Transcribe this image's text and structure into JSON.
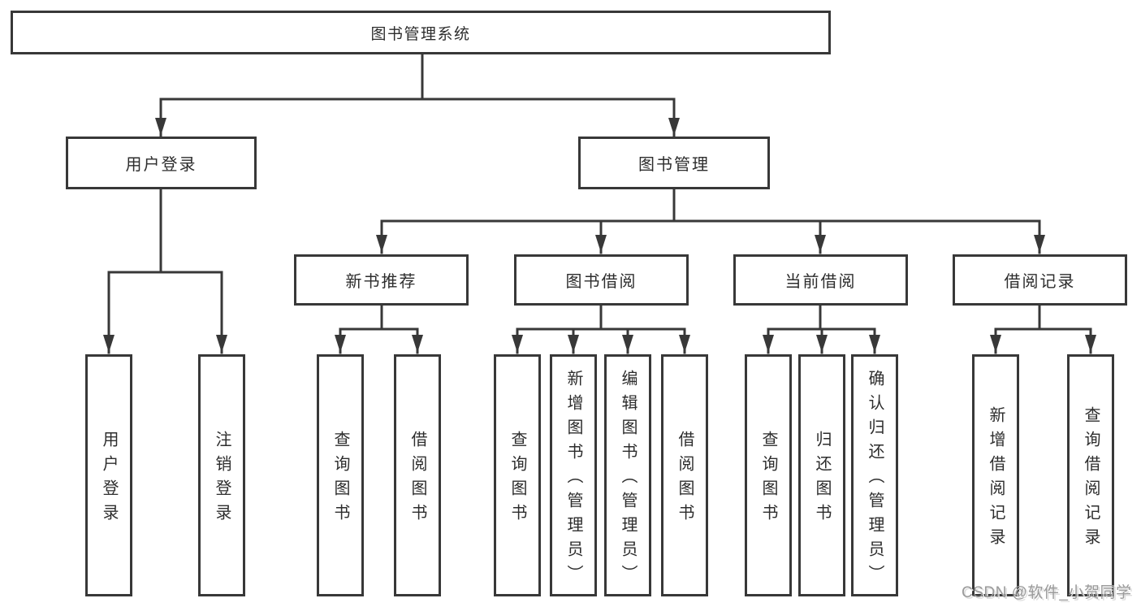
{
  "tree": {
    "root": {
      "label": "图书管理系统"
    },
    "user_login": {
      "label": "用户登录",
      "children": [
        {
          "label": "用户登录"
        },
        {
          "label": "注销登录"
        }
      ]
    },
    "book_mgmt": {
      "label": "图书管理"
    },
    "new_books": {
      "label": "新书推荐",
      "children": [
        {
          "label": "查询图书"
        },
        {
          "label": "借阅图书"
        }
      ]
    },
    "book_borrow": {
      "label": "图书借阅",
      "children": [
        {
          "label": "查询图书"
        },
        {
          "label": "新增图书（管理员）"
        },
        {
          "label": "编辑图书（管理员）"
        },
        {
          "label": "借阅图书"
        }
      ]
    },
    "current_borrow": {
      "label": "当前借阅",
      "children": [
        {
          "label": "查询图书"
        },
        {
          "label": "归还图书"
        },
        {
          "label": "确认归还（管理员）"
        }
      ]
    },
    "borrow_records": {
      "label": "借阅记录",
      "children": [
        {
          "label": "新增借阅记录"
        },
        {
          "label": "查询借阅记录"
        }
      ]
    }
  },
  "watermark": {
    "text": "CSDN @软件_小贺同学"
  },
  "colors": {
    "line": "#383838",
    "text": "#2d2d2d",
    "box_background": "#ffffff",
    "page_background": "#ffffff",
    "watermark": "#9a9a9a"
  }
}
